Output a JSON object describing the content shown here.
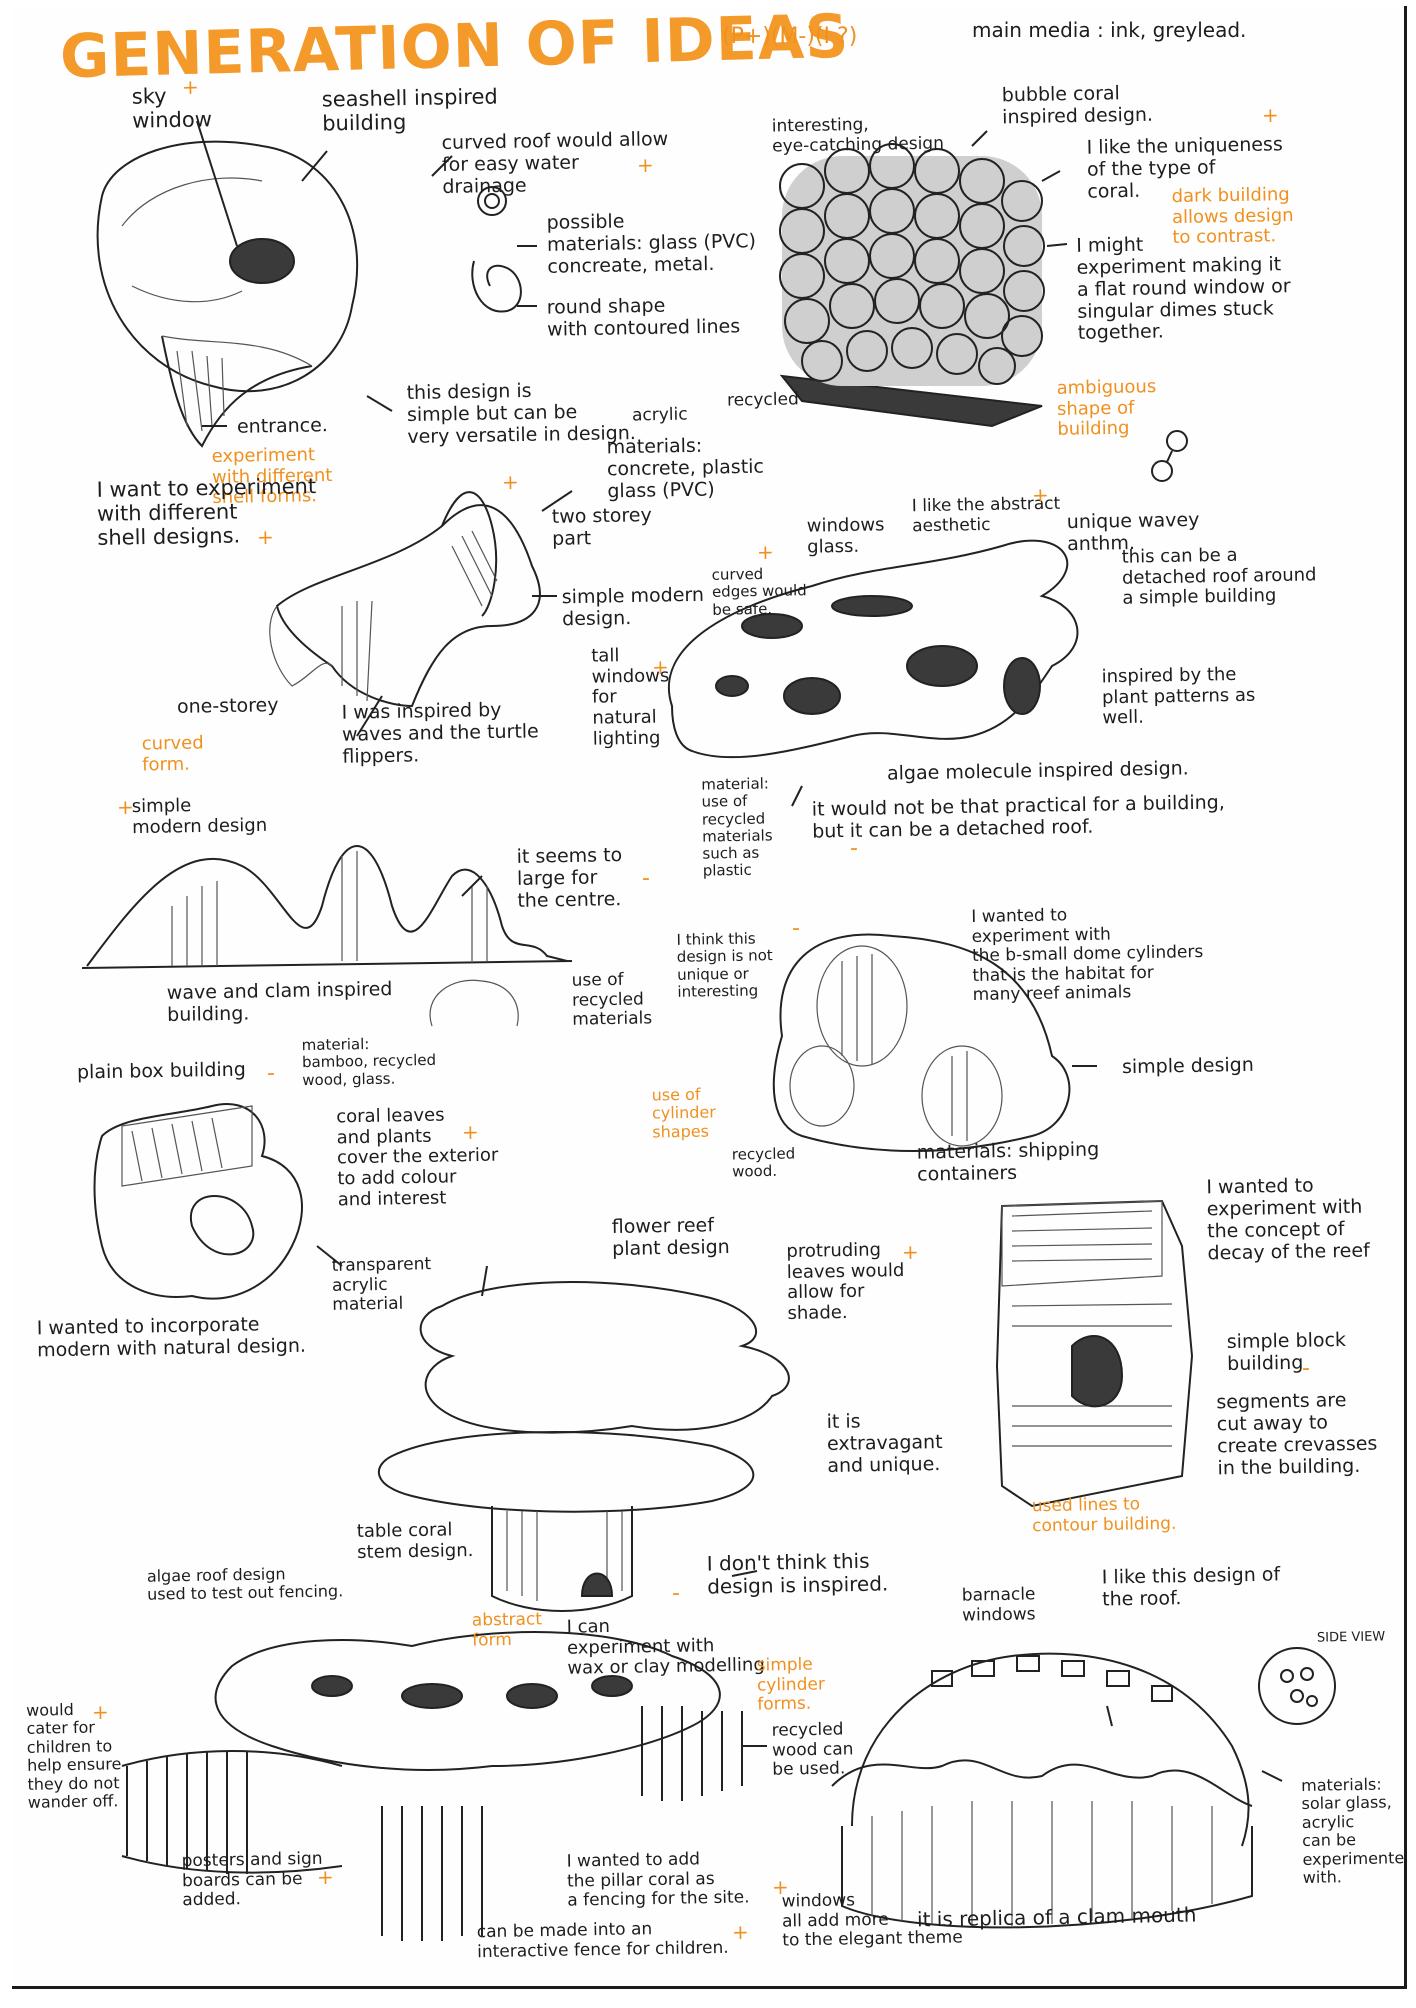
{
  "title": "GENERATION OF IDEAS",
  "key": "(P+)(M-)(I ?)",
  "media": "main media : ink, greylead.",
  "notes": {
    "n1": "sky\nwindow",
    "n2": "seashell inspired\nbuilding",
    "n3": "curved roof would allow\nfor easy water\ndrainage",
    "n4": "possible\nmaterials: glass (PVC)\nconcreate, metal.",
    "n5": "round shape\nwith contoured lines",
    "n6": "this design is\nsimple but can be\nvery versatile in design.",
    "n7": "entrance.",
    "n8": "experiment\nwith different\nshell forms.",
    "n9": "I want to experiment\nwith different\nshell designs.",
    "n10": "interesting,\neye-catching design",
    "n11": "bubble coral\ninspired design.",
    "n12": "I like the uniqueness\nof the type of\ncoral.",
    "n13": "dark building\nallows design\nto contrast.",
    "n14": "I might\nexperiment making it\na flat round window or\nsingular dimes stuck\ntogether.",
    "n15": "ambiguous\nshape of\nbuilding",
    "n16": "acrylic",
    "n17": "recycled",
    "n18": "materials:\nconcrete, plastic\nglass (PVC)",
    "n19": "two storey\npart",
    "n20": "simple modern\ndesign.",
    "n21": "tall\nwindows\nfor\nnatural\nlighting",
    "n22": "one-storey",
    "n23": "curved\nform.",
    "n24": "I was inspired by\nwaves and the turtle\nflippers.",
    "n25": "curved\nedges would\nbe safe.",
    "n26": "windows\nglass.",
    "n27": "I like the abstract\naesthetic",
    "n28": "unique wavey\nanthm.",
    "n29": "this can be a\ndetached roof around\na simple building",
    "n30": "inspired by the\nplant patterns as\nwell.",
    "n31": "material:\nuse of\nrecycled\nmaterials\nsuch as\nplastic",
    "n32": "algae molecule inspired design.",
    "n33": "it would not be that practical for a building,\nbut it can be a detached roof.",
    "n34": "simple\nmodern design",
    "n35": "it seems to\nlarge for\nthe centre.",
    "n36": "wave and clam inspired\nbuilding.",
    "n37": "use of\nrecycled\nmaterials",
    "n38": "I think this\ndesign is not\nunique or\ninteresting",
    "n39": "I wanted to\nexperiment with\nthe b-small dome cylinders\nthat is the habitat for\nmany reef animals",
    "n40": "simple design",
    "n41": "use of\ncylinder\nshapes",
    "n42": "recycled\nwood.",
    "n43": "materials: shipping\ncontainers",
    "n44": "plain box building",
    "n45": "material:\nbamboo, recycled\nwood, glass.",
    "n46": "coral leaves\nand plants\ncover the exterior\nto add colour\nand interest",
    "n47": "transparent\nacrylic\nmaterial",
    "n48": "I wanted to incorporate\nmodern with natural design.",
    "n49": "flower reef\nplant design",
    "n50": "protruding\nleaves would\nallow for\nshade.",
    "n51": "it is\nextravagant\nand unique.",
    "n52": "I wanted to\nexperiment with\nthe concept of\ndecay of the reef",
    "n53": "simple block\nbuilding",
    "n54": "segments are\ncut away to\ncreate crevasses\nin the building.",
    "n55": "used lines to\ncontour building.",
    "n56": "table coral\nstem design.",
    "n57": "I don't think this\ndesign is inspired.",
    "n58": "algae roof design\nused to test out fencing.",
    "n59": "abstract\nform",
    "n60": "I can\nexperiment with\nwax or clay modelling",
    "n61": "simple\ncylinder\nforms.",
    "n62": "recycled\nwood can\nbe used.",
    "n63": "would\ncater for\nchildren to\nhelp ensure\nthey do not\nwander off.",
    "n64": "posters and sign\nboards can be\nadded.",
    "n65": "I wanted to add\nthe pillar coral as\na fencing for the site.",
    "n66": "can be made into an\ninteractive fence for children.",
    "n67": "barnacle\nwindows",
    "n68": "I like this design of\nthe roof.",
    "n69": "SIDE VIEW",
    "n70": "materials:\nsolar glass,\nacrylic\ncan be\nexperimented\nwith.",
    "n71": "windows\nall add more\nto the elegant theme",
    "n72": "it is replica of a clam mouth"
  },
  "marks": {
    "plus": "+",
    "minus": "-"
  }
}
